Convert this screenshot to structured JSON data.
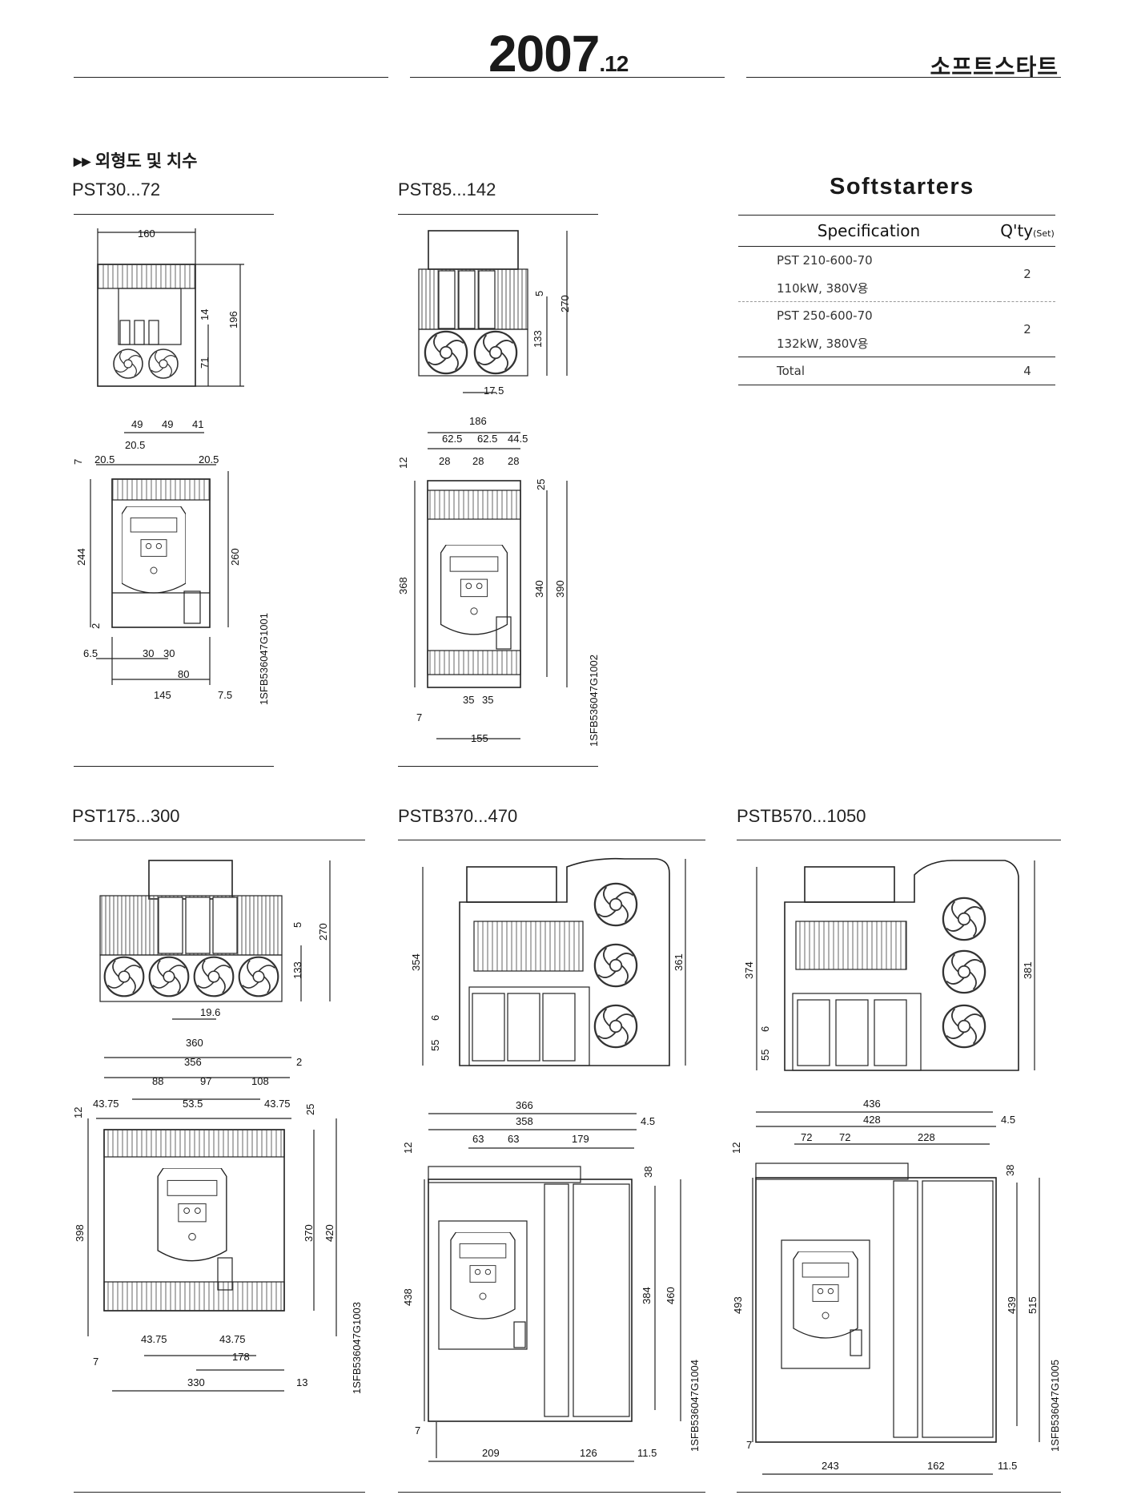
{
  "header": {
    "year": "2007",
    "month": ".12",
    "title": "소프트스타트"
  },
  "section_title": "▸▸ 외형도 및 치수",
  "models": {
    "m1": "PST30...72",
    "m2": "PST85...142",
    "m3": "PST175...300",
    "m4": "PSTB370...470",
    "m5": "PSTB570...1050"
  },
  "softstarters": {
    "title": "Softstarters",
    "col_spec": "Specification",
    "col_qty": "Q'ty",
    "col_qty_unit": "(Set)",
    "rows": [
      {
        "spec": "PST 210-600-70",
        "detail": "110kW, 380V용",
        "qty": "2"
      },
      {
        "spec": "PST 250-600-70",
        "detail": "132kW, 380V용",
        "qty": "2"
      }
    ],
    "total_label": "Total",
    "total_qty": "4"
  },
  "drawing_codes": {
    "d1": "1SFB536047G1001",
    "d2": "1SFB536047G1002",
    "d3": "1SFB536047G1003",
    "d4": "1SFB536047G1004",
    "d5": "1SFB536047G1005"
  },
  "dims": {
    "d1_top": [
      "160",
      "14",
      "196",
      "71"
    ],
    "d1_front": [
      "49",
      "49",
      "41",
      "20.5",
      "20.5",
      "20.5",
      "7",
      "244",
      "260",
      "2",
      "6.5",
      "30",
      "30",
      "80",
      "145",
      "7.5"
    ],
    "d2_top": [
      "5",
      "270",
      "133",
      "17.5"
    ],
    "d2_front": [
      "186",
      "62.5",
      "62.5",
      "44.5",
      "28",
      "28",
      "28",
      "12",
      "25",
      "368",
      "340",
      "390",
      "35",
      "35",
      "7",
      "155"
    ],
    "d3_top": [
      "5",
      "270",
      "133",
      "19.6"
    ],
    "d3_front": [
      "360",
      "356",
      "2",
      "88",
      "97",
      "108",
      "43.75",
      "53.5",
      "43.75",
      "12",
      "25",
      "398",
      "370",
      "420",
      "43.75",
      "43.75",
      "178",
      "7",
      "330",
      "13"
    ],
    "d4_top": [
      "354",
      "361",
      "6",
      "55"
    ],
    "d4_front": [
      "366",
      "358",
      "4.5",
      "63",
      "63",
      "179",
      "12",
      "38",
      "438",
      "384",
      "460",
      "7",
      "209",
      "126",
      "11.5"
    ],
    "d5_top": [
      "374",
      "381",
      "6",
      "55"
    ],
    "d5_front": [
      "436",
      "428",
      "4.5",
      "72",
      "72",
      "228",
      "12",
      "38",
      "493",
      "439",
      "515",
      "7",
      "243",
      "162",
      "11.5"
    ]
  }
}
